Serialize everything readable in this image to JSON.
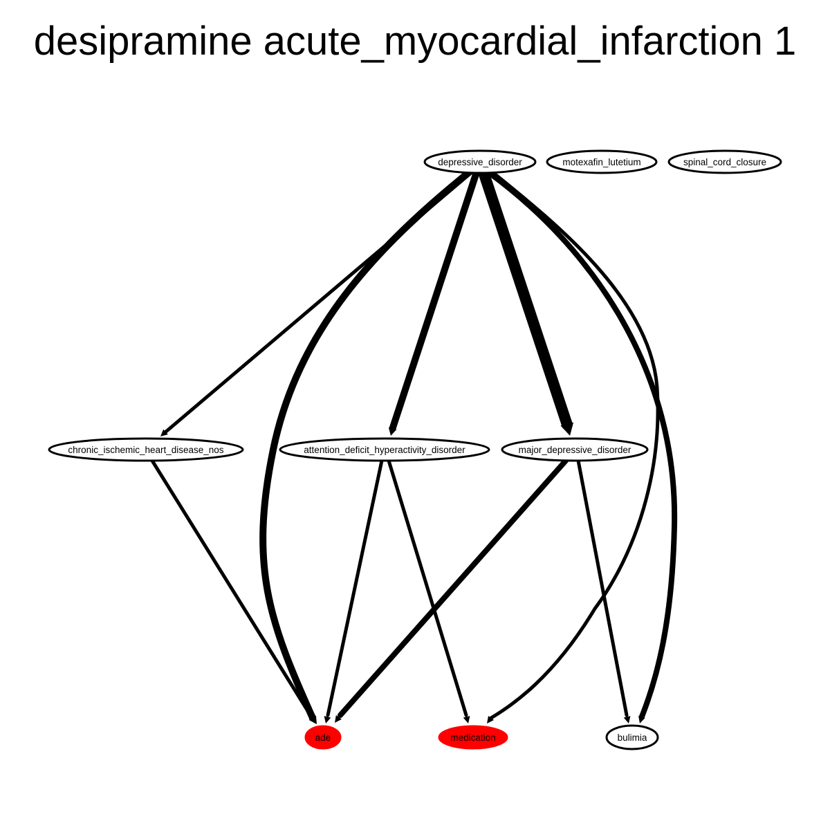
{
  "title": "desipramine acute_myocardial_infarction 1",
  "colors": {
    "background": "#ffffff",
    "stroke": "#000000",
    "highlight": "#ff0000"
  },
  "nodes": {
    "depressive_disorder": {
      "label": "depressive_disorder",
      "highlight": false
    },
    "motexafin_lutetium": {
      "label": "motexafin_lutetium",
      "highlight": false
    },
    "spinal_cord_closure": {
      "label": "spinal_cord_closure",
      "highlight": false
    },
    "chronic_ischemic_heart_disease_nos": {
      "label": "chronic_ischemic_heart_disease_nos",
      "highlight": false
    },
    "attention_deficit_hyperactivity_disorder": {
      "label": "attention_deficit_hyperactivity_disorder",
      "highlight": false
    },
    "major_depressive_disorder": {
      "label": "major_depressive_disorder",
      "highlight": false
    },
    "ade": {
      "label": "ade",
      "highlight": true
    },
    "medication": {
      "label": "medication",
      "highlight": true
    },
    "bulimia": {
      "label": "bulimia",
      "highlight": false
    }
  },
  "edges": [
    {
      "from": "depressive_disorder",
      "to": "chronic_ischemic_heart_disease_nos",
      "weight": 1
    },
    {
      "from": "depressive_disorder",
      "to": "ade",
      "weight": 3
    },
    {
      "from": "depressive_disorder",
      "to": "attention_deficit_hyperactivity_disorder",
      "weight": 3
    },
    {
      "from": "depressive_disorder",
      "to": "major_depressive_disorder",
      "weight": 5
    },
    {
      "from": "depressive_disorder",
      "to": "bulimia",
      "weight": 2
    },
    {
      "from": "depressive_disorder",
      "to": "medication",
      "weight": 1
    },
    {
      "from": "chronic_ischemic_heart_disease_nos",
      "to": "ade",
      "weight": 1
    },
    {
      "from": "attention_deficit_hyperactivity_disorder",
      "to": "ade",
      "weight": 1
    },
    {
      "from": "attention_deficit_hyperactivity_disorder",
      "to": "medication",
      "weight": 1
    },
    {
      "from": "major_depressive_disorder",
      "to": "ade",
      "weight": 2
    },
    {
      "from": "major_depressive_disorder",
      "to": "bulimia",
      "weight": 1
    }
  ]
}
